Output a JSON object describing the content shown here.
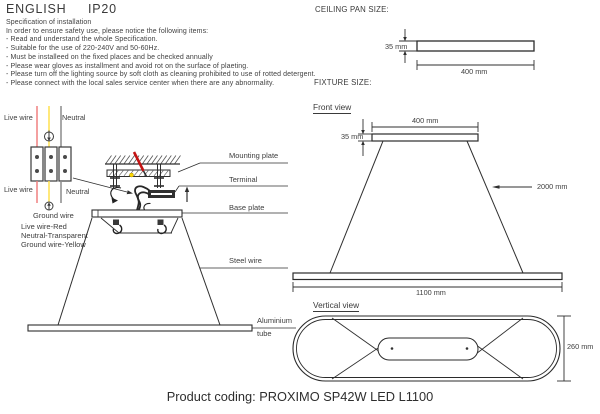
{
  "header": {
    "language": "ENGLISH",
    "ip_rating": "IP20",
    "spec_title": "Specification of installation",
    "spec_intro": "In order to ensure safety use, please notice the following items:",
    "spec_items": [
      "- Read and understand the whole Specification.",
      "- Suitable for the use of 220-240V and 50-60Hz.",
      "- Must be installeed on the fixed places and be checked annually",
      "- Please wear gloves as installment and avoid rot on the surface of plaeting.",
      "- Please turn off the lighting source by soft cloth as cleaning prohibited to use of rotted detergent.",
      "- Please connect with the local sales service center when there are any abnormality."
    ]
  },
  "wiring": {
    "top_live": "Live wire",
    "top_neutral": "Neutral",
    "bottom_live": "Live wire",
    "bottom_neutral": "Neutral",
    "ground_label": "Ground wire",
    "legend": [
      "Live wire-Red",
      "Neutral-Transparent",
      "Ground wire-Yellow"
    ],
    "colors": {
      "live": "#f08080",
      "ground": "#ffe14d",
      "neutral": "#8a8a8a"
    }
  },
  "install": {
    "mounting_plate": "Mounting plate",
    "terminal": "Terminal",
    "base_plate": "Base plate",
    "steel_wire": "Steel wire",
    "tube_line1": "Aluminium",
    "tube_line2": "tube"
  },
  "ceiling_pan": {
    "title": "CEILING PAN  SIZE:",
    "height_dim": "35 mm",
    "width_dim": "400 mm"
  },
  "fixture": {
    "title": "FIXTURE SIZE:",
    "front_label": "Front view",
    "front_top_width": "400 mm",
    "front_top_height": "35 mm",
    "front_wire_length": "2000 mm",
    "front_bottom_width": "1100 mm",
    "vertical_label": "Vertical view",
    "vertical_height": "260 mm"
  },
  "footer": {
    "product_coding": "Product coding: PROXIMO SP42W LED L1100"
  }
}
